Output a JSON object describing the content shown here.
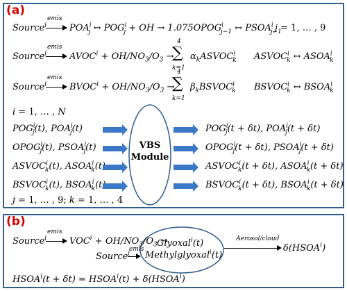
{
  "panel_a": {
    "label": "(a)",
    "emis": "emis",
    "row1": "POA → ... ",
    "module_line1": "VBS",
    "module_line2": "Module",
    "index_i": "i = 1, … , N",
    "index_jk": "j = 1, … , 9; k = 1, … , 4",
    "range_j": "j = 1, … , 9"
  },
  "panel_b": {
    "label": "(b)",
    "emis": "emis",
    "glyoxal": "Glyoxal",
    "methylglyoxal": "Methylglyoxal",
    "aerosol_cloud": "Aerosol/cloud"
  },
  "colors": {
    "border": "#2e5e8e",
    "label": "#d40000",
    "arrow": "#3b78c8"
  }
}
